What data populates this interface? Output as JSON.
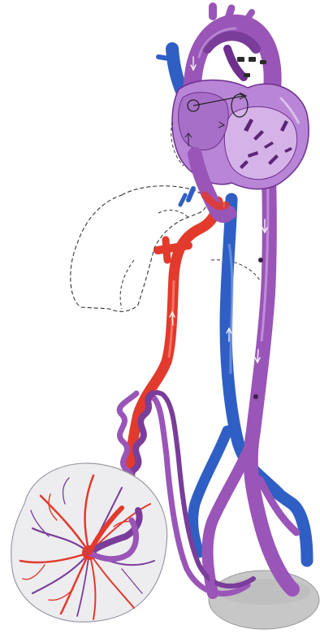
{
  "figure": {
    "subject": "fetal-circulation",
    "colors": {
      "oxygenated": "#e23a2c",
      "deoxygenated": "#2f5fc4",
      "mixed": "#9a55b8",
      "mixed_dark": "#6e2f8f",
      "heart_fill": "#b985d6",
      "placenta_fill": "#ededf0",
      "bladder_fill": "#c4c4c4",
      "outline_dashed": "#333333"
    },
    "structures": [
      "heart",
      "aortic-arch",
      "superior-vena-cava",
      "pulmonary-trunk",
      "ductus-venosus",
      "liver-outline",
      "umbilical-vein",
      "umbilical-arteries",
      "inferior-vena-cava",
      "descending-aorta",
      "iliac-branches",
      "placenta",
      "bladder"
    ]
  }
}
